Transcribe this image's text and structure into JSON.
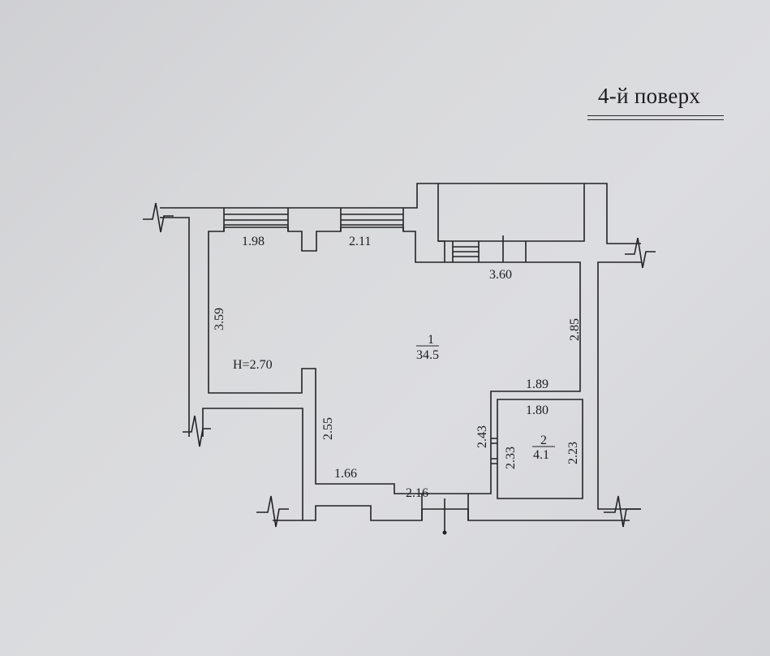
{
  "floor_title": "4-й поверх",
  "room_main": {
    "number": "1",
    "area": "34.5",
    "ceiling_height": "H=2.70"
  },
  "room_small": {
    "number": "2",
    "area": "4.1"
  },
  "dimensions": {
    "top_left_span": "1.98",
    "top_mid_span": "2.11",
    "top_right_span": "3.60",
    "left_wall": "3.59",
    "right_upper_wall": "2.85",
    "notch_top": "1.89",
    "small_room_top": "1.80",
    "inner_wall_left": "2.55",
    "bottom_left_span": "1.66",
    "bottom_right_span": "2.16",
    "partition_outer": "2.43",
    "small_room_left": "2.33",
    "small_room_right": "2.23"
  },
  "colors": {
    "background": "#d6d7da",
    "ink": "#1d1d1f"
  }
}
